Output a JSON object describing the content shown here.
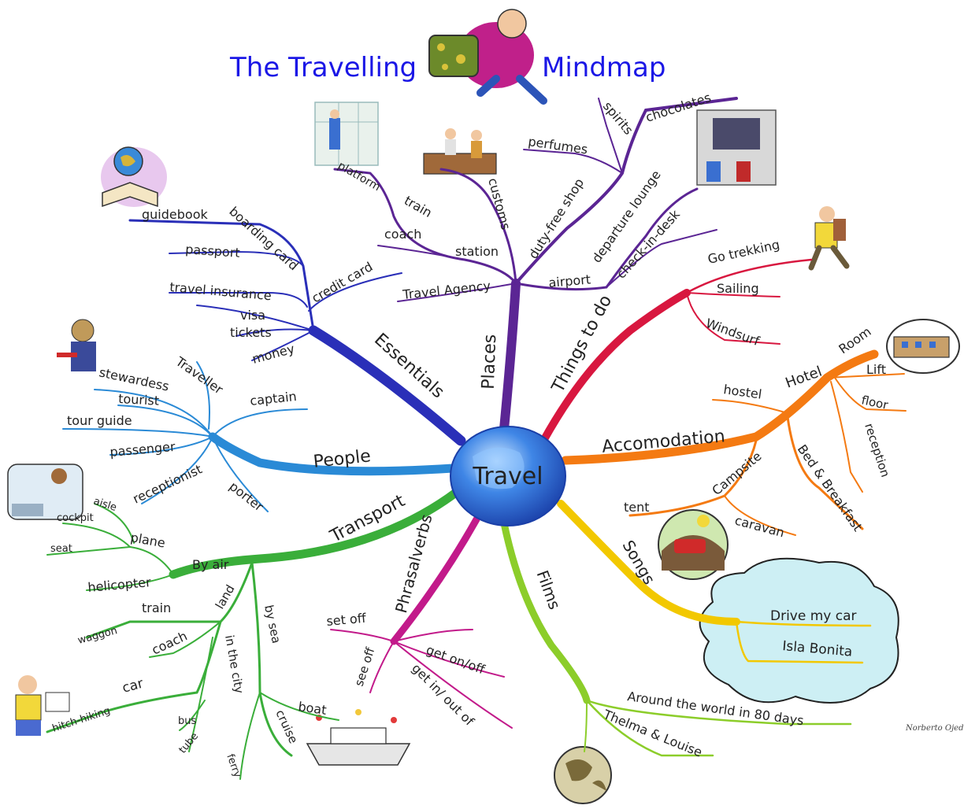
{
  "title_left": "The Travelling",
  "title_right": "Mindmap",
  "center": "Travel",
  "credit": "Norberto Ojed",
  "branches": {
    "essentials": {
      "label": "Essentials",
      "color": "#2a2fb8",
      "items": [
        "guidebook",
        "boarding card",
        "passport",
        "credit card",
        "travel insurance",
        "visa",
        "tickets",
        "money"
      ]
    },
    "places": {
      "label": "Places",
      "color": "#5b2594",
      "items": [
        "platform",
        "train",
        "coach",
        "station",
        "customs",
        "duty-free shop",
        "perfumes",
        "spirits",
        "chocolates",
        "departure lounge",
        "check-in-desk",
        "airport",
        "Travel Agency"
      ]
    },
    "things_to_do": {
      "label": "Things to do",
      "color": "#d8173f",
      "items": [
        "Go trekking",
        "Sailing",
        "Windsurf"
      ]
    },
    "accomodation": {
      "label": "Accomodation",
      "color": "#f47a12",
      "items": [
        "Hotel",
        "Room",
        "Lift",
        "floor",
        "reception",
        "hostel",
        "Bed & Breakfast",
        "Campsite",
        "tent",
        "caravan"
      ]
    },
    "songs": {
      "label": "Songs",
      "color": "#f2c800",
      "items": [
        "Drive my car",
        "Isla Bonita"
      ]
    },
    "films": {
      "label": "Films",
      "color": "#8ccd2a",
      "items": [
        "Around the world in 80 days",
        "Thelma & Louise"
      ]
    },
    "phrasal_verbs": {
      "label": "Phrasalverbs",
      "color": "#c21a8a",
      "items": [
        "set off",
        "see off",
        "get on/off",
        "get in/ out of"
      ]
    },
    "transport": {
      "label": "Transport",
      "color": "#3aae3a",
      "items": [
        "By air",
        "plane",
        "aisle",
        "cockpit",
        "seat",
        "helicopter",
        "land",
        "train",
        "waggon",
        "coach",
        "car",
        "hitch-hiking",
        "in the city",
        "bus",
        "tube",
        "by sea",
        "boat",
        "cruise",
        "ferry"
      ]
    },
    "people": {
      "label": "People",
      "color": "#2a8ad6",
      "items": [
        "Traveller",
        "stewardess",
        "tourist",
        "tour guide",
        "passenger",
        "receptionist",
        "captain",
        "porter"
      ]
    }
  }
}
